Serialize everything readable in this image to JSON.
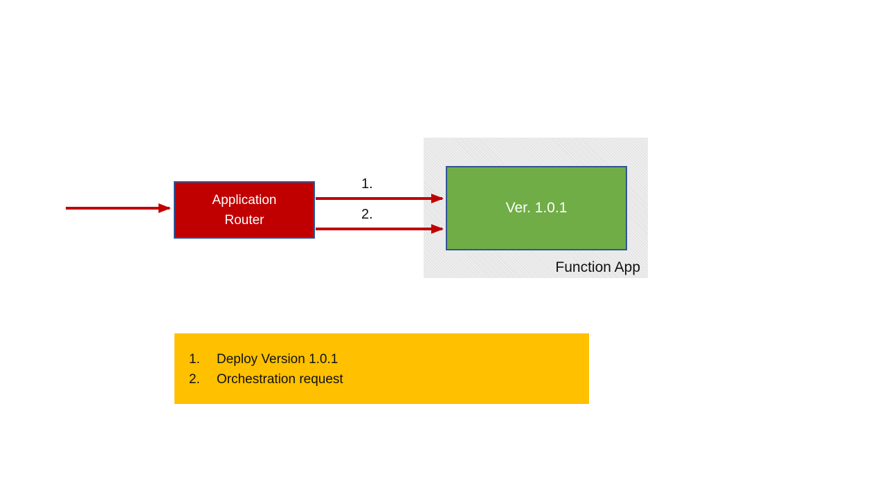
{
  "diagram": {
    "router_label": "Application Router",
    "version_label": "Ver. 1.0.1",
    "function_app_label": "Function App",
    "arrow1_label": "1.",
    "arrow2_label": "2."
  },
  "legend": {
    "items": [
      {
        "num": "1.",
        "text": "Deploy Version 1.0.1"
      },
      {
        "num": "2.",
        "text": "Orchestration request"
      }
    ]
  },
  "colors": {
    "arrow": "#C00000",
    "router_fill": "#C00000",
    "shape_border": "#2F5496",
    "version_fill": "#70AD47",
    "panel_fill": "#E9E8E8",
    "legend_fill": "#FFC000"
  }
}
